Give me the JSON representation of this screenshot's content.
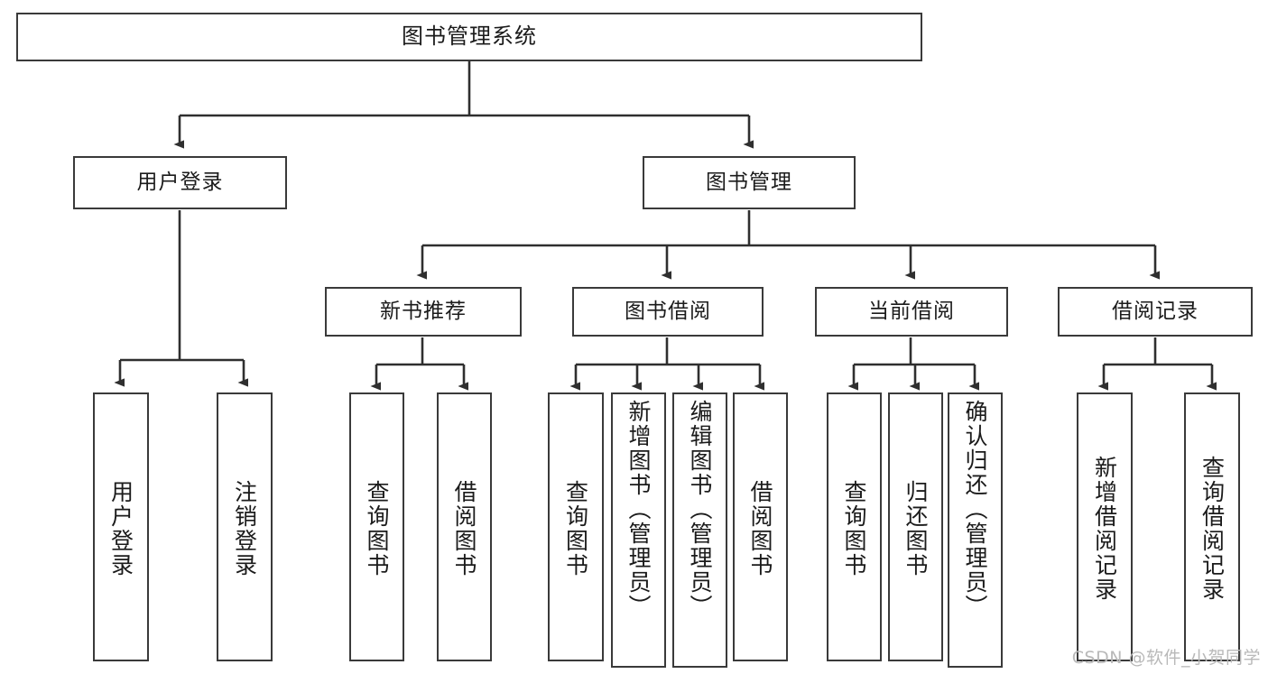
{
  "diagram": {
    "title": "图书管理系统",
    "type": "tree-hierarchy",
    "colors": {
      "box_border": "#3a3a3a",
      "box_fill": "#ffffff",
      "connector": "#2f2f2f",
      "text": "#1b1b1b",
      "watermark": "#b9b9b9"
    },
    "root": {
      "label": "图书管理系统"
    },
    "level2": [
      {
        "label": "用户登录"
      },
      {
        "label": "图书管理"
      }
    ],
    "level3": [
      {
        "label": "新书推荐"
      },
      {
        "label": "图书借阅"
      },
      {
        "label": "当前借阅"
      },
      {
        "label": "借阅记录"
      }
    ],
    "leaves": {
      "user_login": [
        {
          "label": "用户登录"
        },
        {
          "label": "注销登录"
        }
      ],
      "new_book_recommend": [
        {
          "label": "查询图书"
        },
        {
          "label": "借阅图书"
        }
      ],
      "book_borrow": [
        {
          "label": "查询图书"
        },
        {
          "label": "新增图书（管理员）"
        },
        {
          "label": "编辑图书（管理员）"
        },
        {
          "label": "借阅图书"
        }
      ],
      "current_borrow": [
        {
          "label": "查询图书"
        },
        {
          "label": "归还图书"
        },
        {
          "label": "确认归还（管理员）"
        }
      ],
      "borrow_record": [
        {
          "label": "新增借阅记录"
        },
        {
          "label": "查询借阅记录"
        }
      ]
    }
  },
  "watermark": {
    "text": "CSDN @软件_小贺同学"
  }
}
